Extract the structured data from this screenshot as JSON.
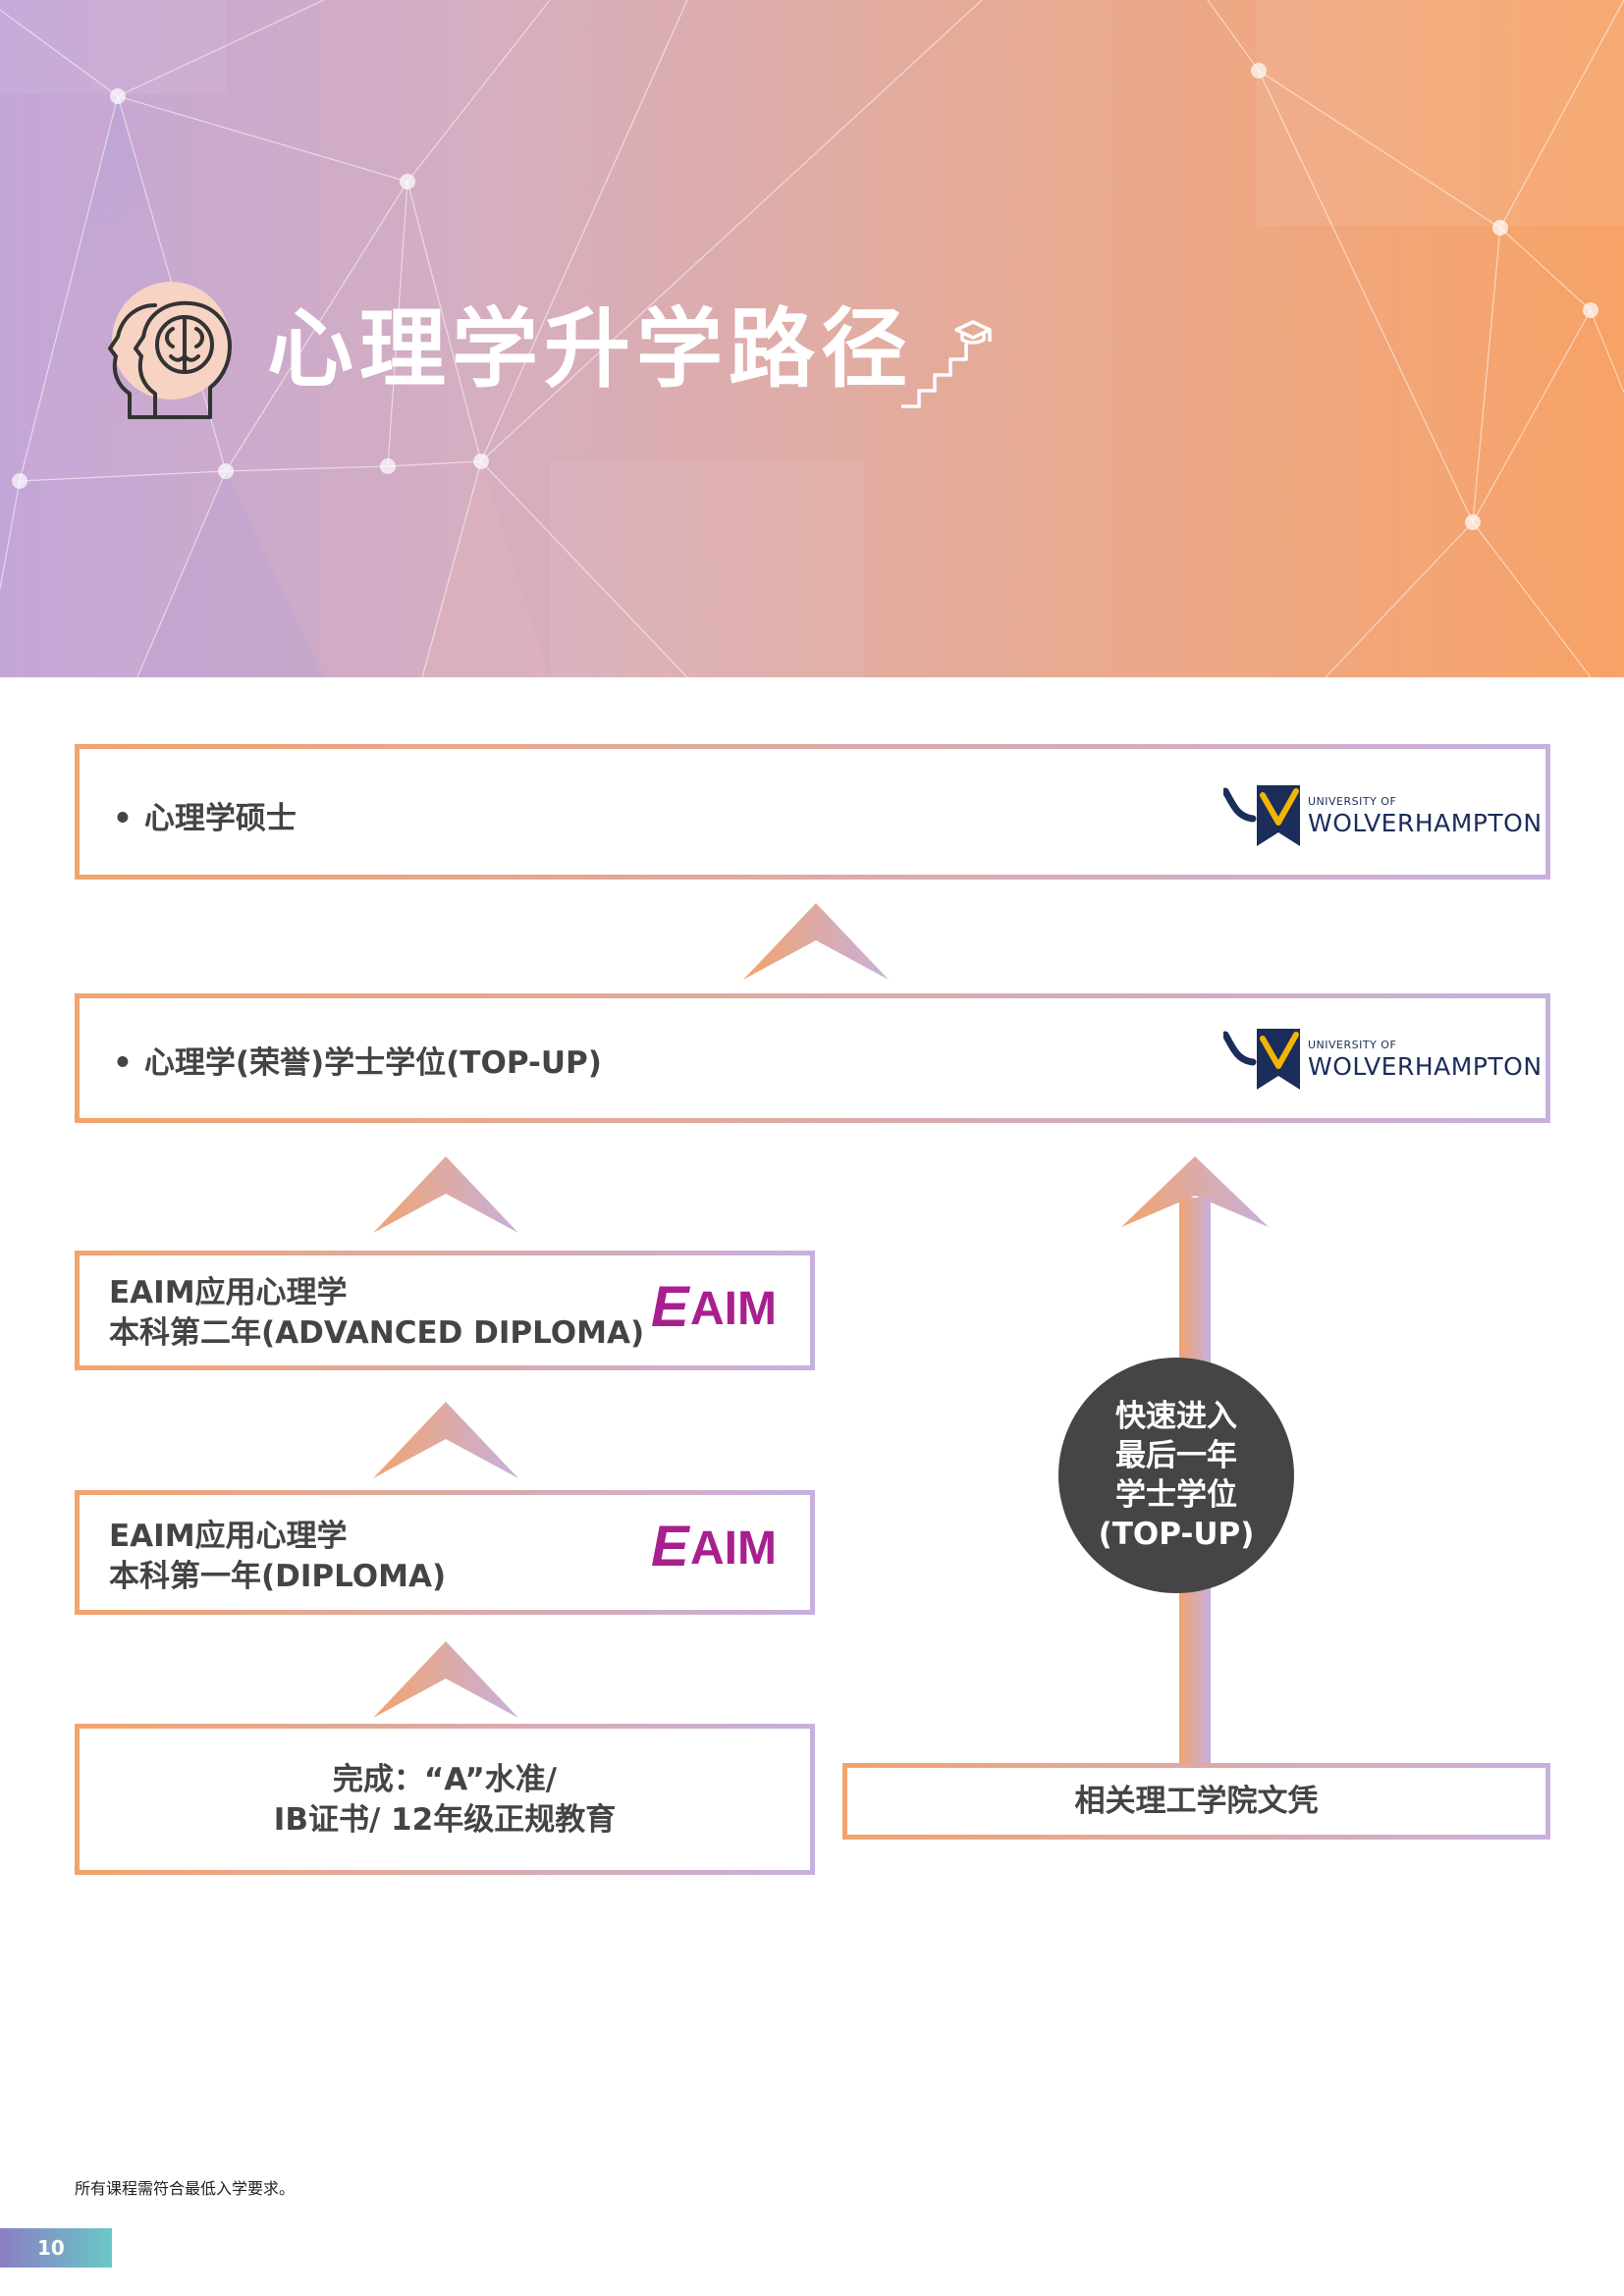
{
  "header": {
    "title": "心理学升学路径",
    "brain_icon": "head-brain-icon",
    "stairs_icon": "graduation-stairs-icon"
  },
  "pathway": {
    "masters": {
      "label": "心理学硕士",
      "logo": {
        "small": "UNIVERSITY OF",
        "big": "WOLVERHAMPTON"
      }
    },
    "topup": {
      "label": "心理学(荣誉)学士学位(TOP-UP)",
      "logo": {
        "small": "UNIVERSITY OF",
        "big": "WOLVERHAMPTON"
      }
    },
    "year2": {
      "line1": "EAIM应用心理学",
      "line2": "本科第二年(ADVANCED DIPLOMA)",
      "logo": "EAIM"
    },
    "year1": {
      "line1": "EAIM应用心理学",
      "line2": "本科第一年(DIPLOMA)",
      "logo": "EAIM"
    },
    "entry": {
      "line1": "完成：“A”水准/",
      "line2": "IB证书/ 12年级正规教育"
    },
    "college": {
      "label": "相关理工学院文凭"
    },
    "fast_track": {
      "lines": [
        "快速进入",
        "最后一年",
        "学士学位",
        "(TOP-UP)"
      ]
    }
  },
  "colors": {
    "orange": "#f2a46e",
    "lavender": "#c7b0dd",
    "eaim_magenta": "#a8208f",
    "wlv_navy": "#1b2d5a",
    "circle_gray": "#454545"
  },
  "footer": {
    "note": "所有课程需符合最低入学要求。",
    "page_number": "10"
  }
}
